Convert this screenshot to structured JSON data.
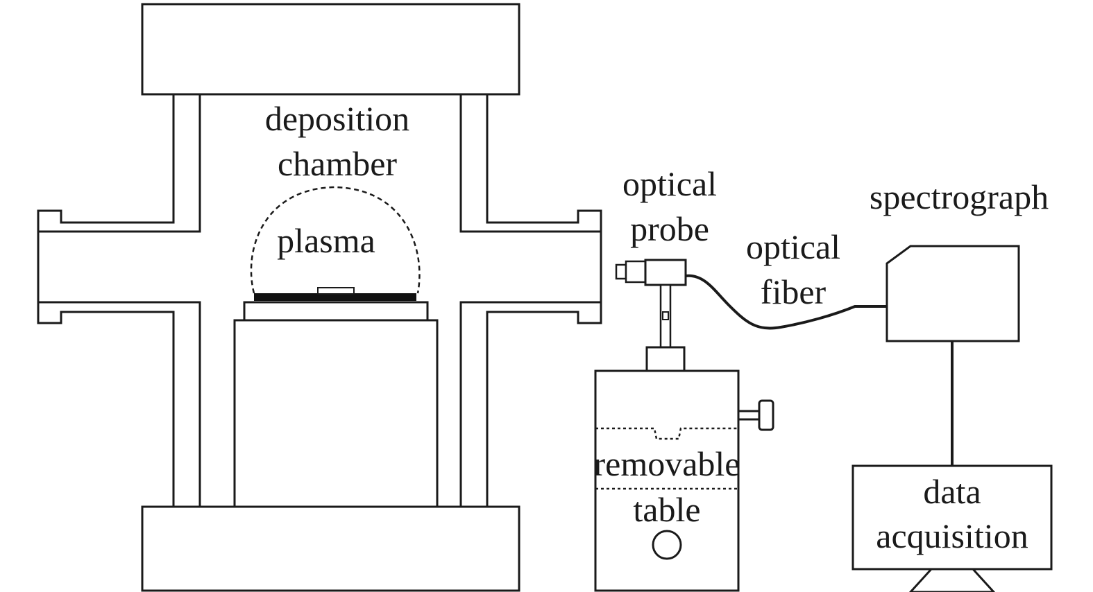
{
  "labels": {
    "deposition_chamber_1": "deposition",
    "deposition_chamber_2": "chamber",
    "plasma": "plasma",
    "optical_probe_1": "optical",
    "optical_probe_2": "probe",
    "optical_fiber_1": "optical",
    "optical_fiber_2": "fiber",
    "spectrograph": "spectrograph",
    "removable_table_1": "removable",
    "removable_table_2": "table",
    "data_acquisition_1": "data",
    "data_acquisition_2": "acquisition"
  },
  "colors": {
    "line": "#1a1a1a",
    "background": "#ffffff",
    "substrate": "#111111"
  }
}
